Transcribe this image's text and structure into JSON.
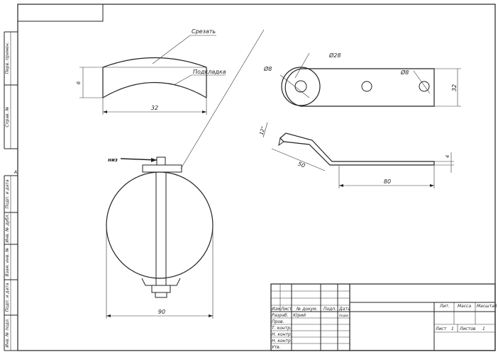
{
  "side_labels": [
    "Перв. примен.",
    "Справ. №",
    "Подп. и дата",
    "Инв. № дубл.",
    "Взам. инв. №",
    "Подп. и дата",
    "Инв. № подл."
  ],
  "zone_letter": "A",
  "top_detail": {
    "callout_cut": "Срезать",
    "callout_pad": "Подкладка",
    "dim_thickness": "6",
    "dim_width": "32"
  },
  "front_view": {
    "callout_bottom": "низ",
    "dim_diameter": "90"
  },
  "plan_view": {
    "dia_hole_left": "Ø8",
    "dia_boss": "Ø28",
    "dia_hole_right": "Ø8",
    "dim_height": "32"
  },
  "bent_view": {
    "dim_angle": "12°",
    "dim_length_a": "50",
    "dim_length_b": "80",
    "dim_thickness": "4"
  },
  "title_block": {
    "header_cols": [
      "Изм",
      "Лист",
      "№ докум.",
      "Подп.",
      "Дата"
    ],
    "rows": [
      {
        "role": "Разраб.",
        "name": "Юрий",
        "date": "Ходов"
      },
      {
        "role": "Пров.",
        "name": "",
        "date": ""
      },
      {
        "role": "Т. контр.",
        "name": "",
        "date": ""
      },
      {
        "role": "Н. контр.",
        "name": "",
        "date": ""
      },
      {
        "role": "Н. контр.",
        "name": "",
        "date": ""
      },
      {
        "role": "Утв.",
        "name": "",
        "date": ""
      }
    ],
    "right_headers": [
      "Лит.",
      "Масса",
      "Масштаб"
    ],
    "sheet_label": "Лист",
    "sheet_value": "1",
    "sheets_label": "Листов",
    "sheets_value": "1"
  }
}
